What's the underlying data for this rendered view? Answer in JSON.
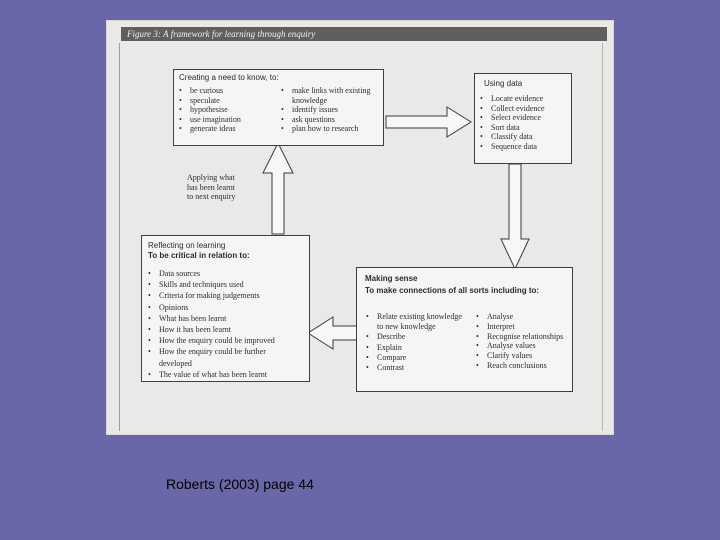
{
  "figure_header": "Figure 3: A framework for learning through enquiry",
  "creating": {
    "title": "Creating a need to know, to:",
    "left_items": [
      "be curious",
      "speculate",
      "hypothesise",
      "use imagination",
      "generate ideas"
    ],
    "right_items": [
      "make links with existing knowledge",
      "identify issues",
      "ask questions",
      "plan how to research"
    ]
  },
  "using": {
    "title": "Using data",
    "items": [
      "Locate evidence",
      "Collect evidence",
      "Select evidence",
      "Sort data",
      "Classify data",
      "Sequence data"
    ]
  },
  "making": {
    "title": "Making sense",
    "subtitle": "To make connections of all sorts including to:",
    "left_items": [
      "Relate existing knowledge to new knowledge",
      "Describe",
      "Explain",
      "Compare",
      "Contrast"
    ],
    "right_items": [
      "Analyse",
      "Interpret",
      "Recognise relationships",
      "Analyse values",
      "Clarify values",
      "Reach conclusions"
    ]
  },
  "reflecting": {
    "title": "Reflecting on learning",
    "subtitle": "To be critical in relation to:",
    "items": [
      "Data sources",
      "Skills and techniques used",
      "Criteria for making judgements",
      "Opinions",
      "What has been learnt",
      "How it has been learnt",
      "How the enquiry could be improved",
      "How the enquiry could be further developed",
      "The value of what has been learnt"
    ]
  },
  "applying_text": [
    "Applying what",
    "has been learnt",
    "to next enquiry"
  ],
  "caption": "Roberts (2003) page 44"
}
